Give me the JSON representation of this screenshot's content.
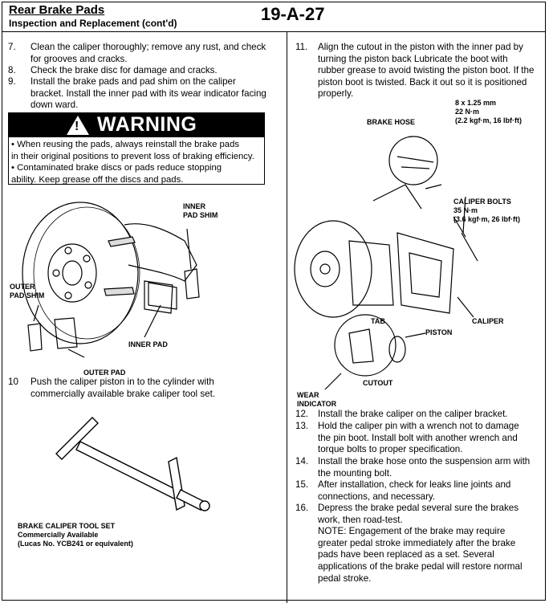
{
  "header": {
    "title": "Rear Brake Pads",
    "subtitle": "Inspection and Replacement (cont'd)",
    "code": "19-A-27"
  },
  "left_steps": [
    {
      "num": "7.",
      "lines": [
        "Clean the caliper thoroughly; remove any rust, and check",
        "for grooves and cracks."
      ]
    },
    {
      "num": "8.",
      "lines": [
        "Check the brake disc for damage and cracks."
      ]
    },
    {
      "num": "9.",
      "lines": [
        "Install the brake pads and pad shim on the caliper",
        "bracket. Install the inner pad with its wear indicator facing",
        "down ward."
      ]
    }
  ],
  "warning": {
    "title": "WARNING",
    "lines": [
      "•      When reusing the pads, always reinstall the brake pads",
      "in their original positions to prevent loss of braking efficiency.",
      "•      Contaminated brake discs or pads reduce stopping",
      "ability. Keep grease off the discs and pads."
    ]
  },
  "fig1_labels": {
    "inner_shim": [
      "INNER",
      "PAD SHIM"
    ],
    "outer_shim": [
      "OUTER",
      "PAD SHIM"
    ],
    "inner_pad": "INNER PAD",
    "outer_pad": "OUTER PAD"
  },
  "step10": {
    "num": "10",
    "lines": [
      "Push the caliper piston in to the cylinder with",
      "commercially available brake caliper tool set."
    ]
  },
  "tool_labels": [
    "BRAKE CALIPER TOOL SET",
    "Commercially Available",
    "(Lucas No. YCB241 or equivalent)"
  ],
  "step11": {
    "num": "11.",
    "lines": [
      "Align the cutout in the piston with the inner pad by",
      "turning the piston back Lubricate the boot with",
      "rubber grease to avoid twisting the piston boot. If the",
      "piston boot is twisted. Back it out so it is positioned",
      "properly."
    ]
  },
  "fig2_labels": {
    "hose_spec": [
      "8 x 1.25 mm",
      "22 N·m",
      "(2.2 kgf·m, 16 lbf·ft)"
    ],
    "brake_hose": "BRAKE HOSE",
    "bolts": [
      "CALIPER BOLTS",
      "35 N·m",
      "(3.6 kgf·m, 26 lbf·ft)"
    ],
    "caliper": "CALIPER",
    "tab": "TAB",
    "piston": "PISTON",
    "cutout": "CUTOUT",
    "wear": [
      "WEAR",
      "INDICATOR"
    ]
  },
  "right_steps": [
    {
      "num": "12.",
      "lines": [
        "Install the brake caliper on the caliper bracket."
      ]
    },
    {
      "num": "13.",
      "lines": [
        "Hold the caliper pin with a wrench not to damage",
        "the pin boot. Install bolt with another wrench and",
        "torque bolts to proper specification."
      ]
    },
    {
      "num": "14.",
      "lines": [
        "Install the brake hose onto the suspension arm with",
        "the mounting bolt."
      ]
    },
    {
      "num": "15.",
      "lines": [
        "After installation, check for leaks line joints and",
        "connections, and necessary."
      ]
    },
    {
      "num": "16.",
      "lines": [
        "Depress the brake pedal several sure the brakes",
        "work, then road-test.",
        "NOTE: Engagement of the brake may require",
        "greater pedal stroke immediately after the brake",
        "pads have been replaced as a set. Several",
        "applications of the brake pedal will restore normal",
        "pedal stroke."
      ]
    }
  ]
}
